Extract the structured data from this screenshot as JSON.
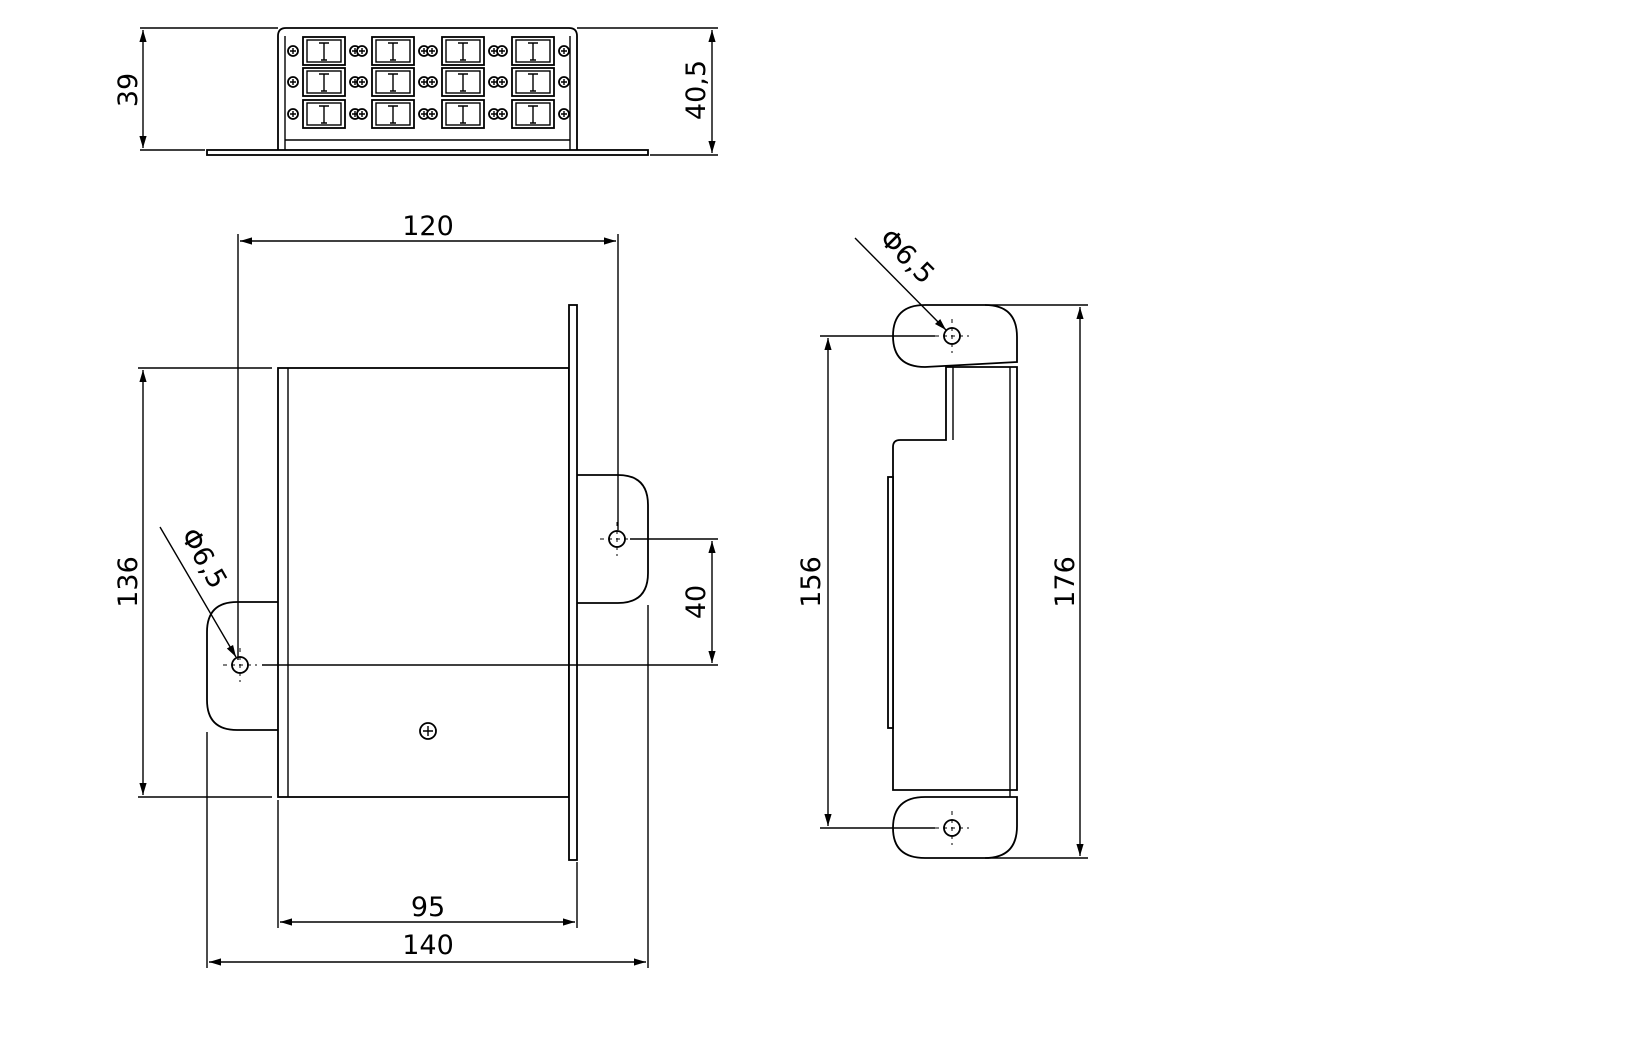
{
  "drawing": {
    "top_view": {
      "height_left": "39",
      "height_right": "40,5",
      "connector_rows": 3,
      "connector_columns": 4
    },
    "front_view": {
      "hole_spacing_width": "120",
      "height": "136",
      "hole_diameter": "Φ6,5",
      "hole_offset": "40",
      "body_width": "95",
      "overall_width": "140"
    },
    "side_view": {
      "hole_diameter": "Φ6,5",
      "hole_spacing_height": "156",
      "overall_height": "176"
    }
  }
}
